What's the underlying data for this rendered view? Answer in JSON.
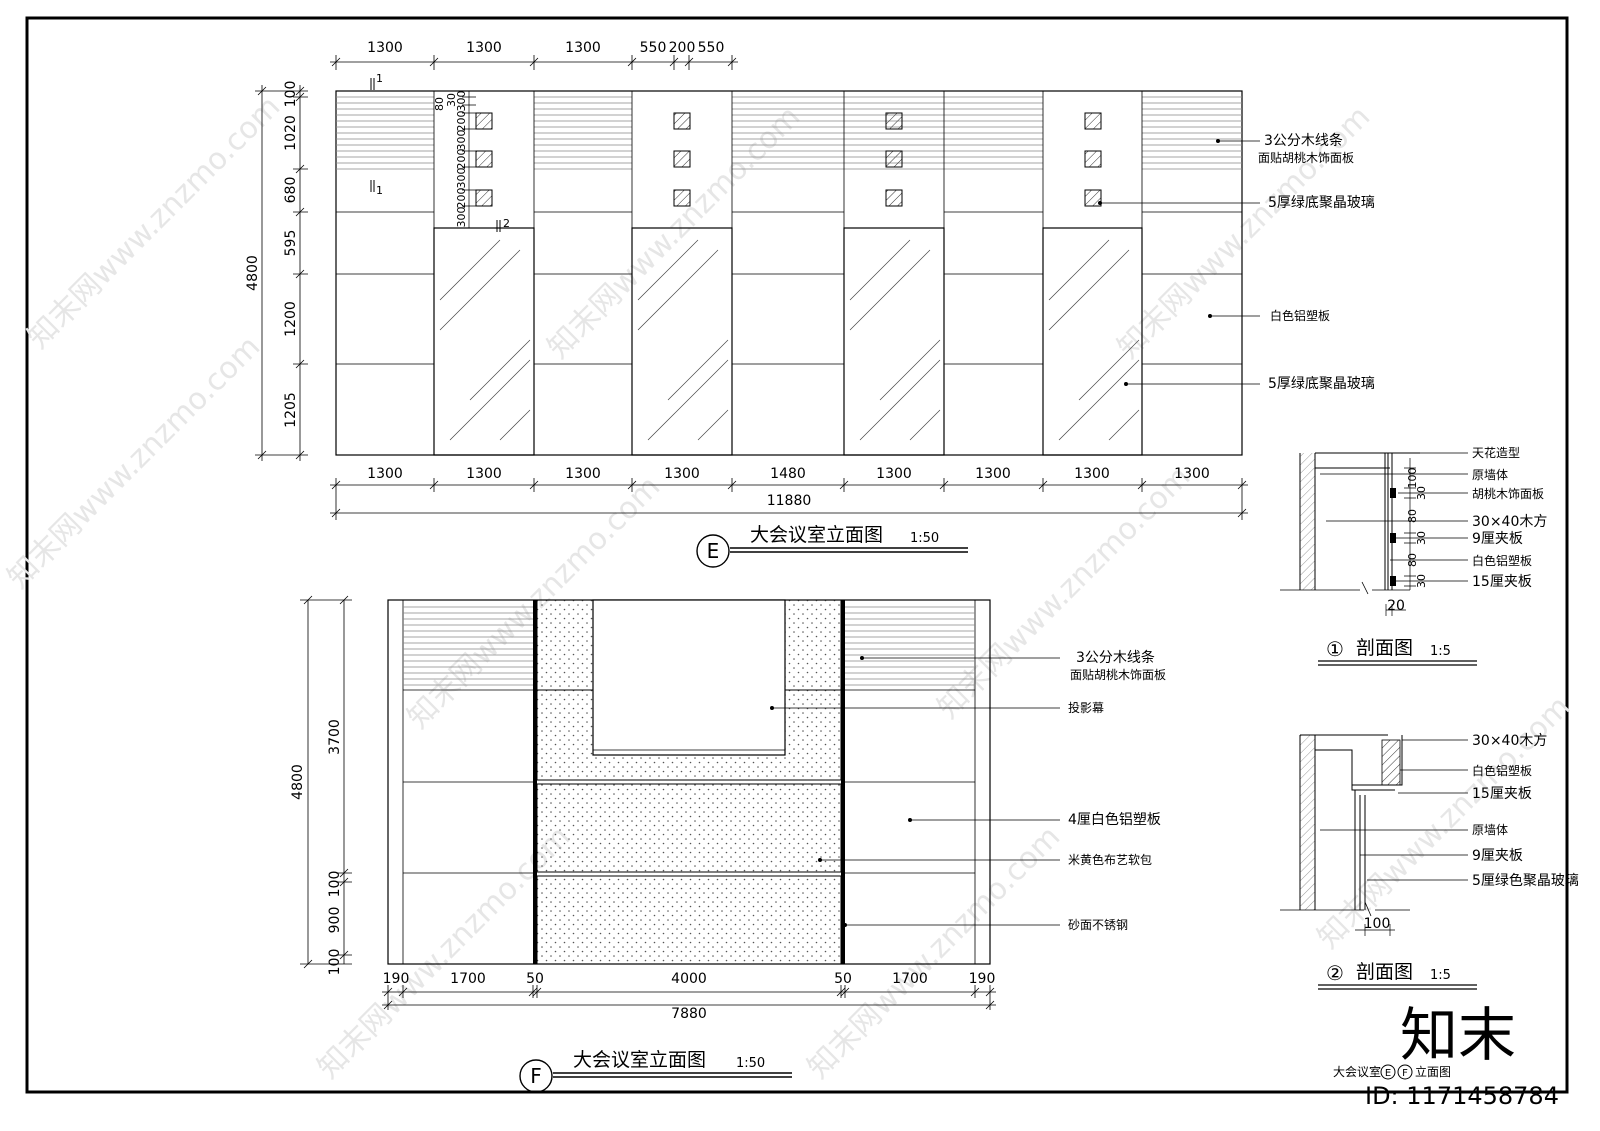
{
  "drawing": {
    "sheet_title_prefix": "大会议室",
    "sheet_mark_e": "E",
    "sheet_mark_f": "F",
    "sheet_title_suffix": "立面图",
    "watermark_brand": "知末",
    "watermark_id": "ID: 1171458784",
    "watermark_text": "知末网www.znzmo.com"
  },
  "elevation_e": {
    "mark": "E",
    "title": "大会议室立面图",
    "scale": "1:50",
    "top_dims": [
      "1300",
      "1300",
      "1300",
      "550",
      "200",
      "550"
    ],
    "bottom_dims": [
      "1300",
      "1300",
      "1300",
      "1300",
      "1480",
      "1300",
      "1300",
      "1300",
      "1300"
    ],
    "total_width": "11880",
    "left_dims": [
      "100",
      "1020",
      "680",
      "595",
      "1200",
      "1205"
    ],
    "total_height": "4800",
    "small_dims": [
      "80",
      "30",
      "300",
      "200",
      "300",
      "200",
      "300",
      "200",
      "300"
    ],
    "section_marks": [
      "1",
      "1",
      "2"
    ],
    "labels": {
      "wood_strips_1": "3公分木线条",
      "wood_strips_2": "面贴胡桃木饰面板",
      "green_glass_top": "5厚绿底聚晶玻璃",
      "white_panel": "白色铝塑板",
      "green_glass_bottom": "5厚绿底聚晶玻璃"
    }
  },
  "elevation_f": {
    "mark": "F",
    "title": "大会议室立面图",
    "scale": "1:50",
    "bottom_dims": [
      "190",
      "1700",
      "50",
      "4000",
      "50",
      "1700",
      "190"
    ],
    "total_width": "7880",
    "left_dims": [
      "3700",
      "100",
      "900",
      "100"
    ],
    "total_height": "4800",
    "labels": {
      "wood_strips_1": "3公分木线条",
      "wood_strips_2": "面贴胡桃木饰面板",
      "screen": "投影幕",
      "white_panel": "4厘白色铝塑板",
      "fabric": "米黄色布艺软包",
      "steel": "砂面不锈钢"
    }
  },
  "section_1": {
    "mark": "①",
    "title": "剖面图",
    "scale": "1:5",
    "dims": [
      "100",
      "30",
      "80",
      "30",
      "80",
      "30"
    ],
    "bottom_dim": "20",
    "labels": [
      "天花造型",
      "原墙体",
      "胡桃木饰面板",
      "30×40木方",
      "9厘夹板",
      "白色铝塑板",
      "15厘夹板"
    ]
  },
  "section_2": {
    "mark": "②",
    "title": "剖面图",
    "scale": "1:5",
    "bottom_dim": "100",
    "labels": [
      "30×40木方",
      "白色铝塑板",
      "15厘夹板",
      "原墙体",
      "9厘夹板",
      "5厘绿色聚晶玻璃"
    ]
  }
}
